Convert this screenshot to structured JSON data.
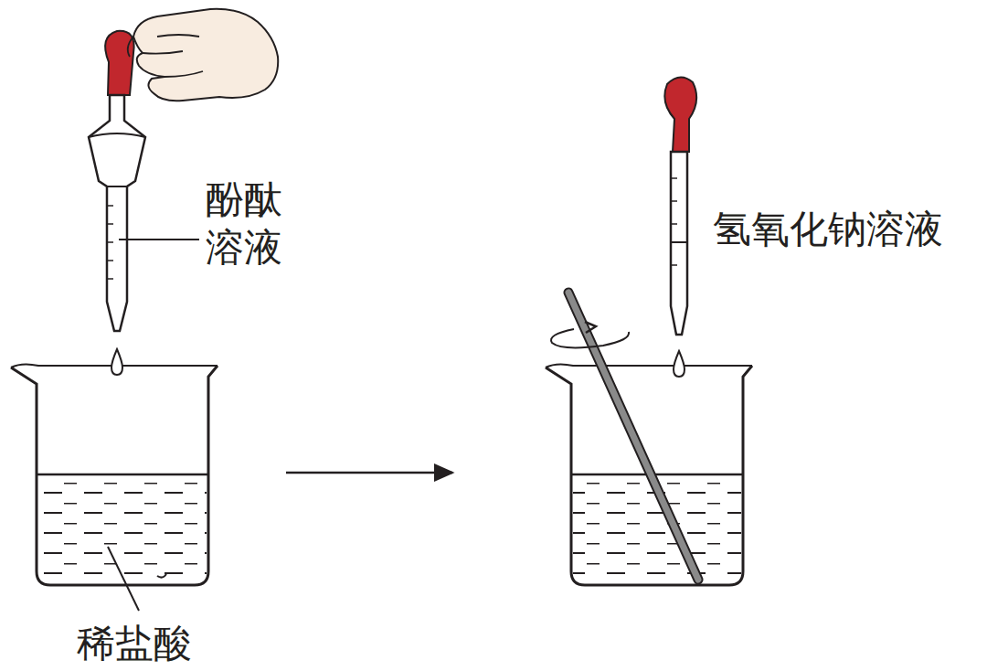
{
  "diagram": {
    "labels": [
      "酚酞 溶液",
      "氢氧化钠溶液",
      "稀盐酸"
    ]
  }
}
